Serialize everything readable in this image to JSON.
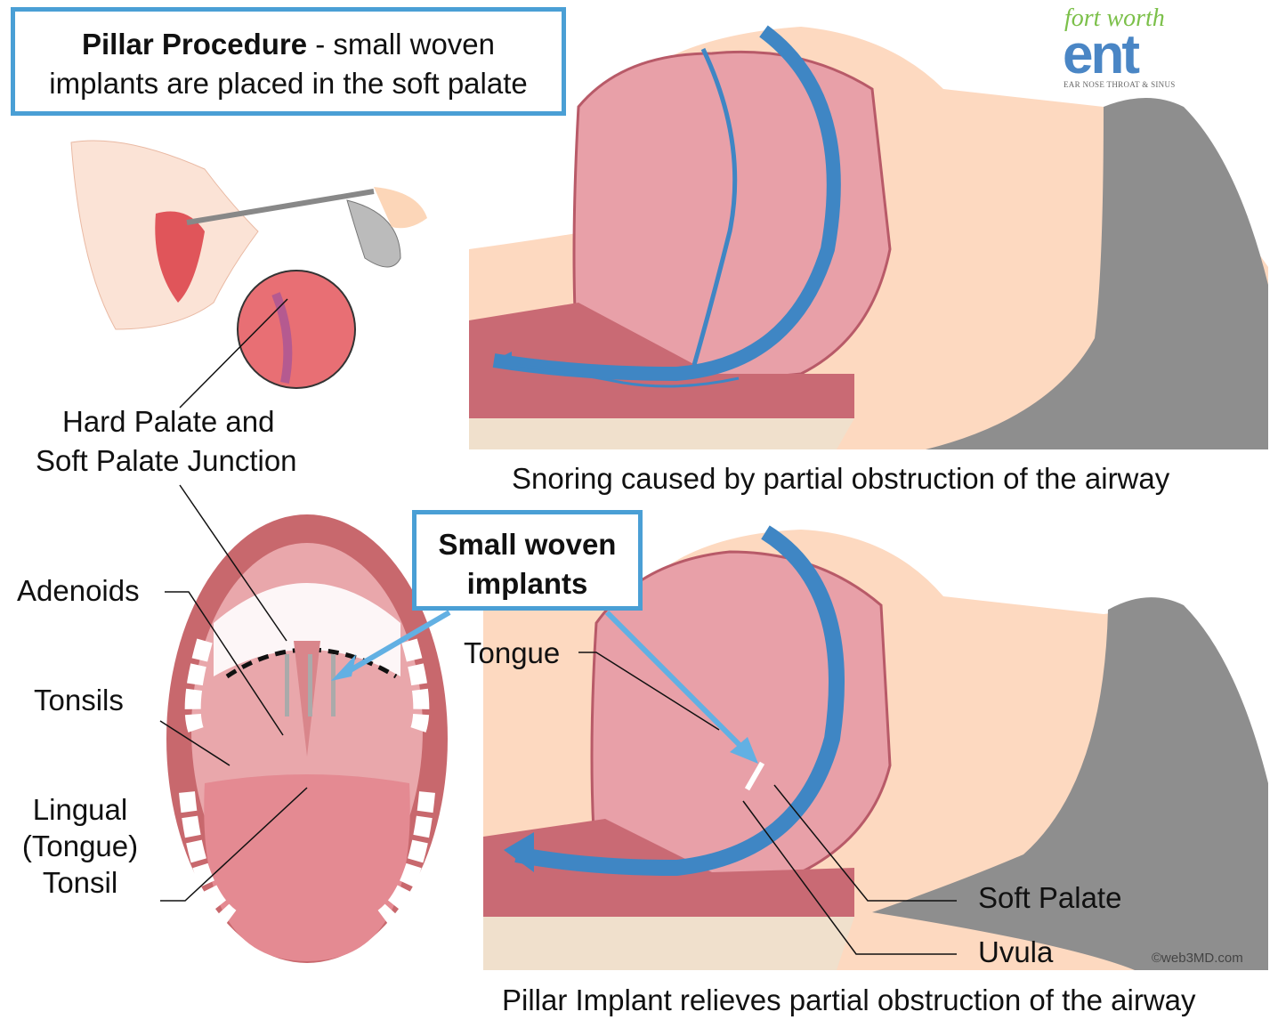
{
  "title": {
    "bold": "Pillar Procedure",
    "rest_line1": " - small woven",
    "line2": "implants are placed in the soft palate"
  },
  "logo": {
    "script": "fort worth",
    "main": "ent",
    "tagline": "EAR NOSE THROAT & SINUS"
  },
  "labels": {
    "junction_line1": "Hard Palate and",
    "junction_line2": "Soft Palate Junction",
    "adenoids": "Adenoids",
    "tonsils": "Tonsils",
    "lingual_line1": "Lingual",
    "lingual_line2": "(Tongue)",
    "lingual_line3": "Tonsil",
    "implants_line1": "Small woven",
    "implants_line2": "implants",
    "tongue": "Tongue",
    "soft_palate": "Soft Palate",
    "uvula": "Uvula"
  },
  "captions": {
    "top": "Snoring caused by partial obstruction of the airway",
    "bottom": "Pillar Implant relieves partial obstruction of the airway"
  },
  "copyright": "©web3MD.com",
  "colors": {
    "accent_blue": "#4a9fd5",
    "airflow_blue": "#3f86c4",
    "skin": "#fdd9c0",
    "tissue": "#e8a0a8",
    "gray": "#8e8e8e"
  }
}
